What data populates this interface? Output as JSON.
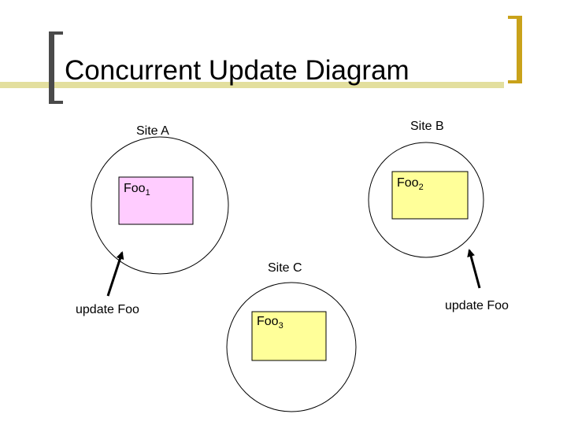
{
  "slide": {
    "title": "Concurrent Update Diagram",
    "colors": {
      "bracket_left": "#4a4a4a",
      "bracket_right": "#c9a21a",
      "title_rule": "#e3df9e",
      "box_pink": "#ffccff",
      "box_yellow": "#ffff99",
      "stroke": "#000000"
    }
  },
  "sites": [
    {
      "label": "Site A",
      "object_name": "Foo",
      "object_subscript": "1",
      "box_color": "#ffccff"
    },
    {
      "label": "Site B",
      "object_name": "Foo",
      "object_subscript": "2",
      "box_color": "#ffff99"
    },
    {
      "label": "Site C",
      "object_name": "Foo",
      "object_subscript": "3",
      "box_color": "#ffff99"
    }
  ],
  "updates": [
    {
      "label": "update Foo",
      "target": "Site A"
    },
    {
      "label": "update Foo",
      "target": "Site B"
    }
  ]
}
